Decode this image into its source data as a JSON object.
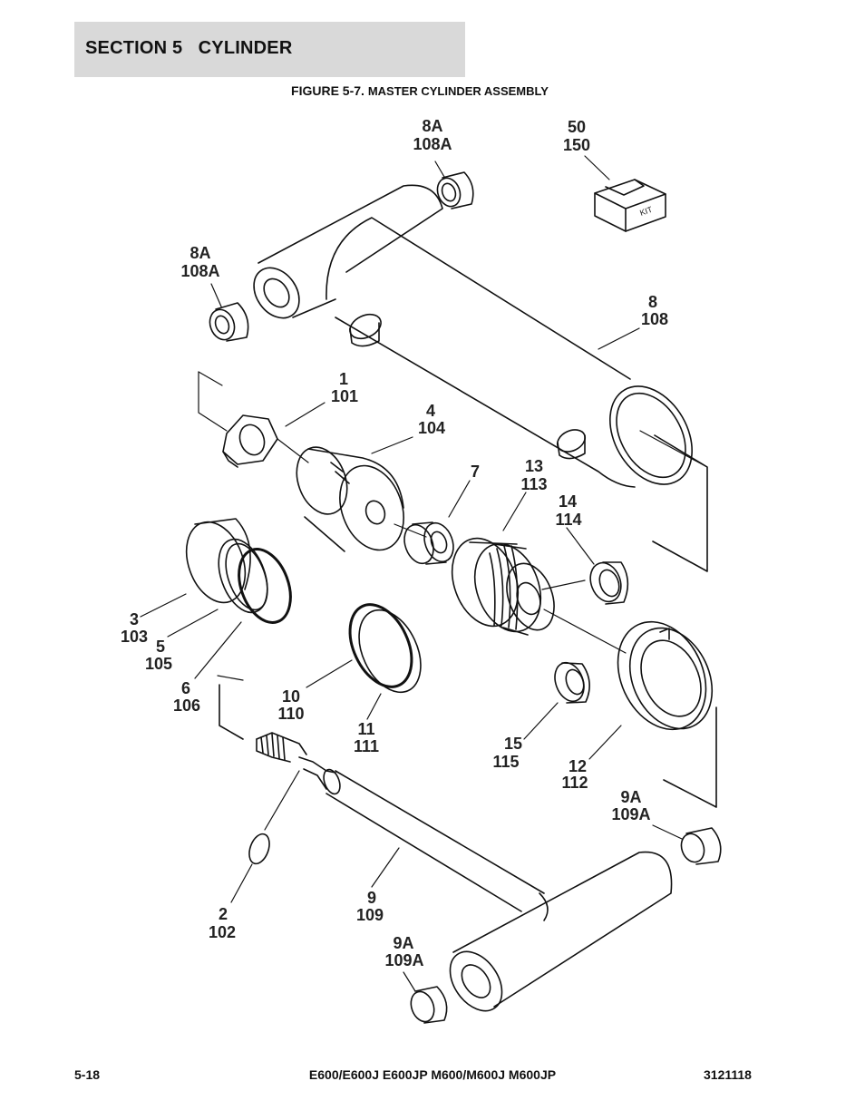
{
  "header": {
    "section": "SECTION 5   CYLINDER"
  },
  "figure": {
    "number": "FIGURE 5-7.",
    "title": "MASTER CYLINDER ASSEMBLY",
    "kit_text": "KIT"
  },
  "callouts": {
    "c8a_top": [
      "8A",
      "108A"
    ],
    "c50": [
      "50",
      "150"
    ],
    "c8a_left": [
      "8A",
      "108A"
    ],
    "c8": [
      "8",
      "108"
    ],
    "c1": [
      "1",
      "101"
    ],
    "c4": [
      "4",
      "104"
    ],
    "c7": [
      "7"
    ],
    "c13": [
      "13",
      "113"
    ],
    "c14": [
      "14",
      "114"
    ],
    "c3": [
      "3",
      "103"
    ],
    "c5": [
      "5",
      "105"
    ],
    "c6": [
      "6",
      "106"
    ],
    "c10": [
      "10",
      "110"
    ],
    "c11": [
      "11",
      "111"
    ],
    "c15": [
      "15",
      "115"
    ],
    "c12": [
      "12",
      "112"
    ],
    "c9a_right": [
      "9A",
      "109A"
    ],
    "c2": [
      "2",
      "102"
    ],
    "c9": [
      "9",
      "109"
    ],
    "c9a_bottom": [
      "9A",
      "109A"
    ]
  },
  "footer": {
    "page": "5-18",
    "models": "E600/E600J E600JP M600/M600J M600JP",
    "doc": "3121118"
  }
}
